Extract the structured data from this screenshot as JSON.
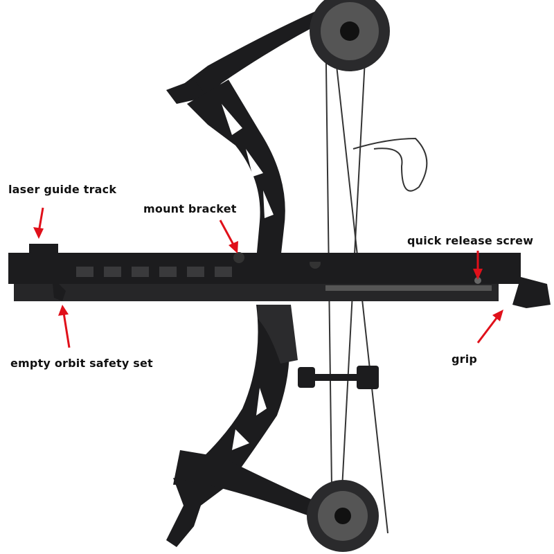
{
  "labels": {
    "laser_guide_track": "laser guide track",
    "mount_bracket": "mount bracket",
    "quick_release_screw": "quick release screw",
    "empty_orbit_safety_set": "empty orbit safety set",
    "grip": "grip"
  },
  "colors": {
    "arrow": "#e0101a",
    "metal": "#1c1c1e",
    "string": "#333333"
  }
}
